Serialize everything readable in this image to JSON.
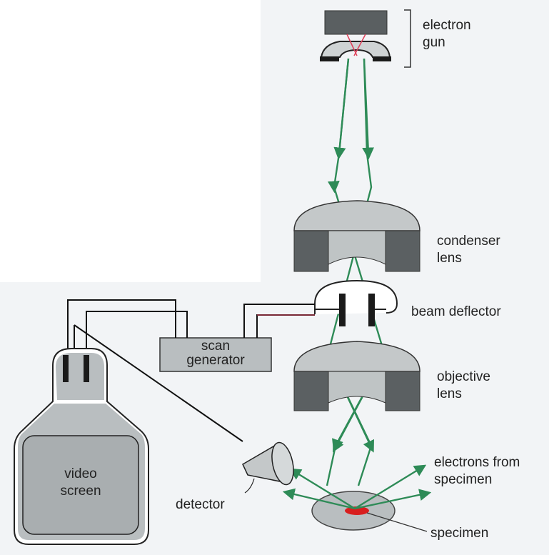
{
  "labels": {
    "electron_gun": [
      "electron",
      "gun"
    ],
    "condenser_lens": [
      "condenser",
      "lens"
    ],
    "beam_deflector": "beam deflector",
    "objective_lens": [
      "objective",
      "lens"
    ],
    "electrons_from_specimen": [
      "electrons from",
      "specimen"
    ],
    "specimen": "specimen",
    "detector": "detector",
    "scan_generator": [
      "scan",
      "generator"
    ],
    "video_screen": [
      "video",
      "screen"
    ]
  },
  "colors": {
    "beam": "#2e8b57",
    "gun_filament": "#e0405a",
    "specimen_spot": "#d81e1e",
    "device_gray": "#b9bec0",
    "dark_gray": "#555a5c",
    "panel_bg": "#f2f4f6"
  }
}
